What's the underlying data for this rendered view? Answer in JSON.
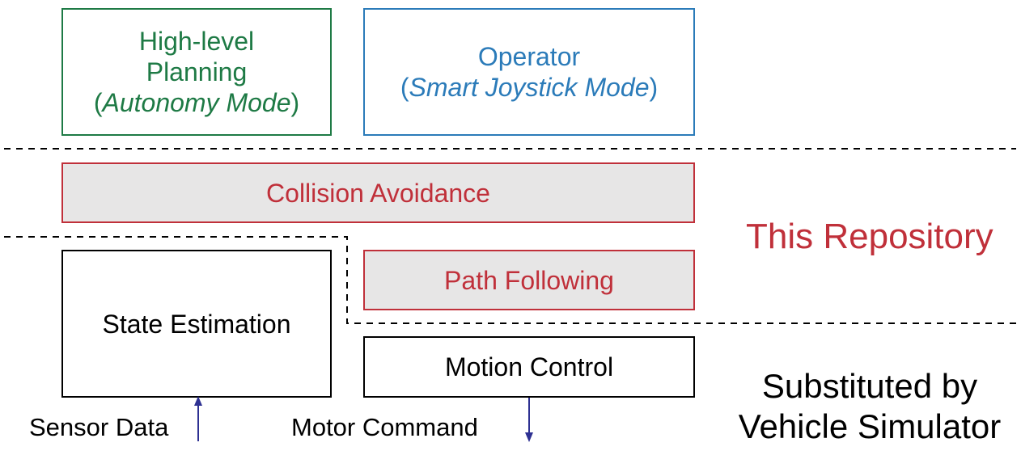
{
  "boxes": {
    "high_level": {
      "line1": "High-level",
      "line2": "Planning",
      "paren_open": "(",
      "mode": "Autonomy Mode",
      "paren_close": ")"
    },
    "operator": {
      "line1": "Operator",
      "paren_open": "(",
      "mode": "Smart Joystick Mode",
      "paren_close": ")"
    },
    "collision_avoidance": "Collision Avoidance",
    "path_following": "Path Following",
    "state_estimation": "State Estimation",
    "motion_control": "Motion Control"
  },
  "labels": {
    "this_repository": "This Repository",
    "substituted_line1": "Substituted by",
    "substituted_line2": "Vehicle Simulator",
    "sensor_data": "Sensor Data",
    "motor_command": "Motor Command"
  },
  "colors": {
    "green": "#1e7a45",
    "blue": "#2b7bb9",
    "red": "#c0303a",
    "gray_fill": "#e7e6e6",
    "arrow": "#2e3192"
  }
}
